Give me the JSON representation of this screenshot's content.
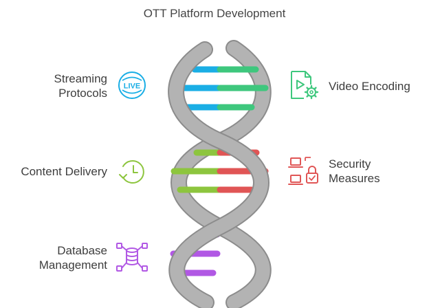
{
  "title": "OTT Platform Development",
  "colors": {
    "strand": "#b3b3b3",
    "strand_edge": "#8c8c8c",
    "blue": "#1aaee5",
    "green": "#3ec77d",
    "lime": "#8dc53e",
    "red": "#e05555",
    "purple": "#b158e4"
  },
  "items": [
    {
      "side": "left",
      "lines": [
        "Streaming",
        "Protocols"
      ],
      "icon": "live-broadcast-icon",
      "color": "#1aaee5"
    },
    {
      "side": "right",
      "lines": [
        "Video Encoding"
      ],
      "icon": "video-settings-icon",
      "color": "#3ec77d"
    },
    {
      "side": "left",
      "lines": [
        "Content Delivery"
      ],
      "icon": "clock-refresh-icon",
      "color": "#8dc53e"
    },
    {
      "side": "right",
      "lines": [
        "Security",
        "Measures"
      ],
      "icon": "secure-devices-icon",
      "color": "#e05555"
    },
    {
      "side": "left",
      "lines": [
        "Database",
        "Management"
      ],
      "icon": "database-network-icon",
      "color": "#b158e4"
    }
  ]
}
